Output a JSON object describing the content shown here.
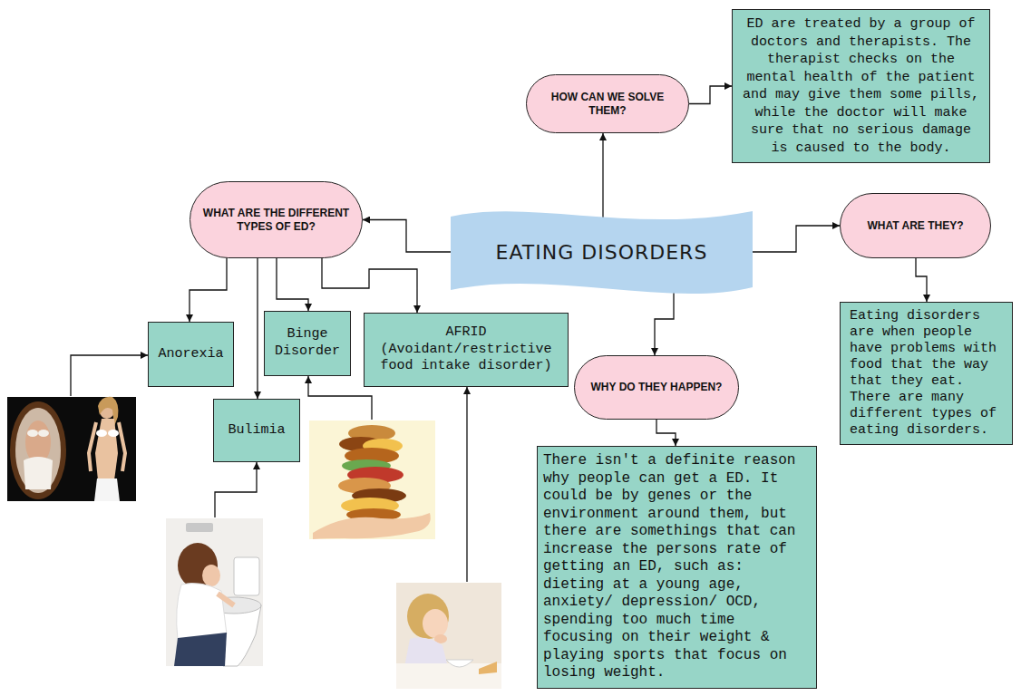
{
  "diagram": {
    "nodes": [
      {
        "text": [
          "EATING DISORDERS"
        ]
      },
      {
        "text": [
          "HOW CAN WE SOLVE THEM?"
        ]
      },
      {
        "text": [
          "ED are treated by a group of doctors and therapists. The therapist checks on the mental health of the patient and may give them some pills, while the doctor will make sure that no serious damage is caused to the body."
        ]
      },
      {
        "text": [
          "WHAT ARE THE DIFFERENT TYPES OF ED?"
        ]
      },
      {
        "text": [
          "WHAT ARE THEY?"
        ]
      },
      {
        "text": [
          "Anorexia"
        ]
      },
      {
        "text": [
          "Binge Disorder"
        ]
      },
      {
        "text": [
          "AFRID (Avoidant/restrictive food intake disorder)"
        ]
      },
      {
        "text": [
          "Bulimia"
        ]
      },
      {
        "text": [
          "WHY DO THEY HAPPEN?"
        ]
      },
      {
        "text": [
          "There isn't a definite reason why people can get a ED. It could be by genes or the environment around them, but there are somethings that can increase the persons rate of getting an ED, such as: dieting at a young age, anxiety/ depression/ OCD, spending too much time focusing on their weight & playing sports that focus on losing weight."
        ]
      },
      {
        "text": [
          "Eating disorders are when people have problems with food that the way that they eat. There are many different types of eating disorders."
        ]
      }
    ],
    "edges": [
      {
        "from": 0,
        "to": 1,
        "arrow": "to"
      },
      {
        "from": 1,
        "to": 2,
        "arrow": "to"
      },
      {
        "from": 0,
        "to": 3,
        "arrow": "to"
      },
      {
        "from": 0,
        "to": 4,
        "arrow": "to"
      },
      {
        "from": 0,
        "to": 9,
        "arrow": "to"
      },
      {
        "from": 4,
        "to": 11,
        "arrow": "to"
      },
      {
        "from": 9,
        "to": 10,
        "arrow": "to"
      },
      {
        "from": 3,
        "to": 5,
        "arrow": "to"
      },
      {
        "from": 3,
        "to": 8,
        "arrow": "to"
      },
      {
        "from": 3,
        "to": 6,
        "arrow": "to"
      },
      {
        "from": 3,
        "to": 7,
        "arrow": "to"
      }
    ]
  }
}
